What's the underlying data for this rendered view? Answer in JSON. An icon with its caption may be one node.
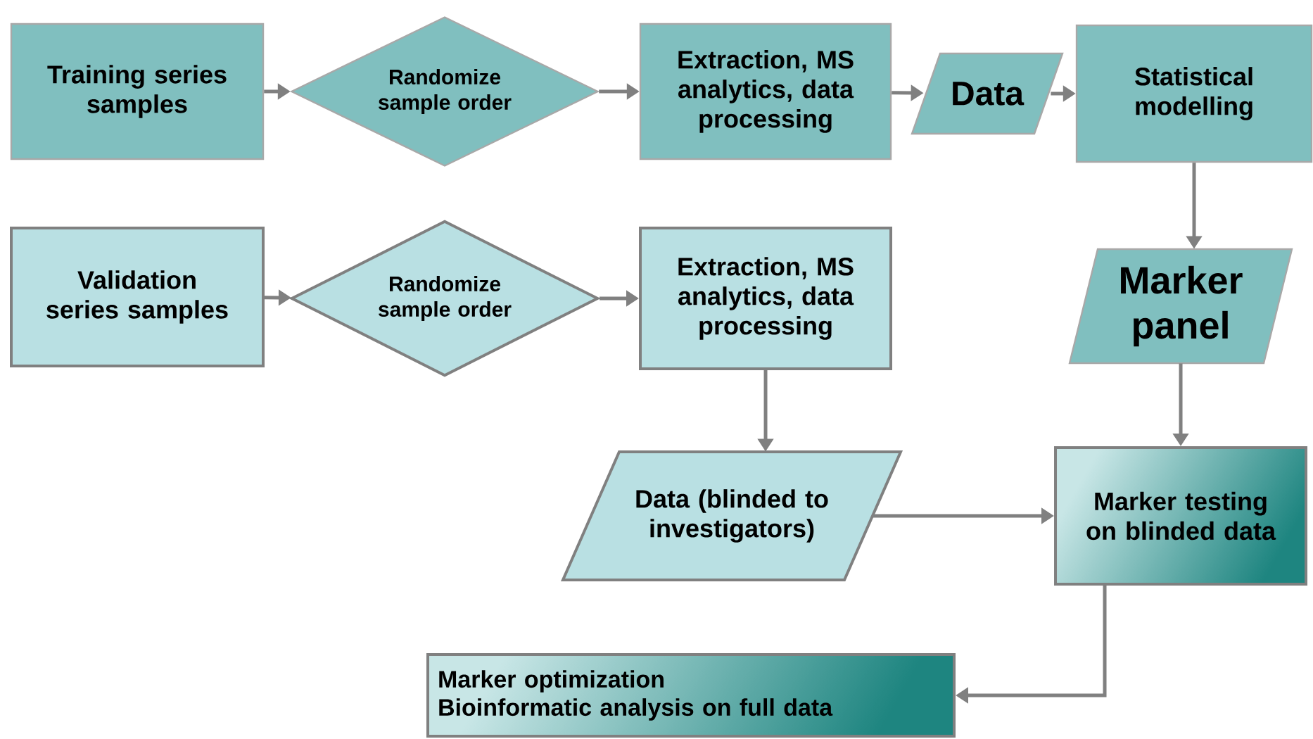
{
  "diagram": {
    "nodes": [
      {
        "text": [
          "Training series samples"
        ]
      },
      {
        "text": [
          "Randomize sample order"
        ]
      },
      {
        "text": [
          "Extraction, MS analytics, data processing"
        ]
      },
      {
        "text": [
          "Data"
        ]
      },
      {
        "text": [
          "Statistical modelling"
        ]
      },
      {
        "text": [
          "Validation series samples"
        ]
      },
      {
        "text": [
          "Randomize sample order"
        ]
      },
      {
        "text": [
          "Extraction, MS analytics, data processing"
        ]
      },
      {
        "text": [
          "Marker panel"
        ]
      },
      {
        "text": [
          "Data (blinded to investigators)"
        ]
      },
      {
        "text": [
          "Marker testing on blinded data"
        ]
      },
      {
        "text": [
          "Marker optimization",
          "Bioinformatic analysis on full data"
        ]
      }
    ],
    "edges": [
      {
        "from": 0,
        "to": 1,
        "arrow": "to"
      },
      {
        "from": 1,
        "to": 2,
        "arrow": "to"
      },
      {
        "from": 2,
        "to": 3,
        "arrow": "to"
      },
      {
        "from": 3,
        "to": 4,
        "arrow": "to"
      },
      {
        "from": 4,
        "to": 8,
        "arrow": "to"
      },
      {
        "from": 5,
        "to": 6,
        "arrow": "to"
      },
      {
        "from": 6,
        "to": 7,
        "arrow": "to"
      },
      {
        "from": 7,
        "to": 9,
        "arrow": "to"
      },
      {
        "from": 8,
        "to": 10,
        "arrow": "to"
      },
      {
        "from": 9,
        "to": 10,
        "arrow": "to"
      },
      {
        "from": 10,
        "to": 11,
        "arrow": "to"
      }
    ]
  }
}
